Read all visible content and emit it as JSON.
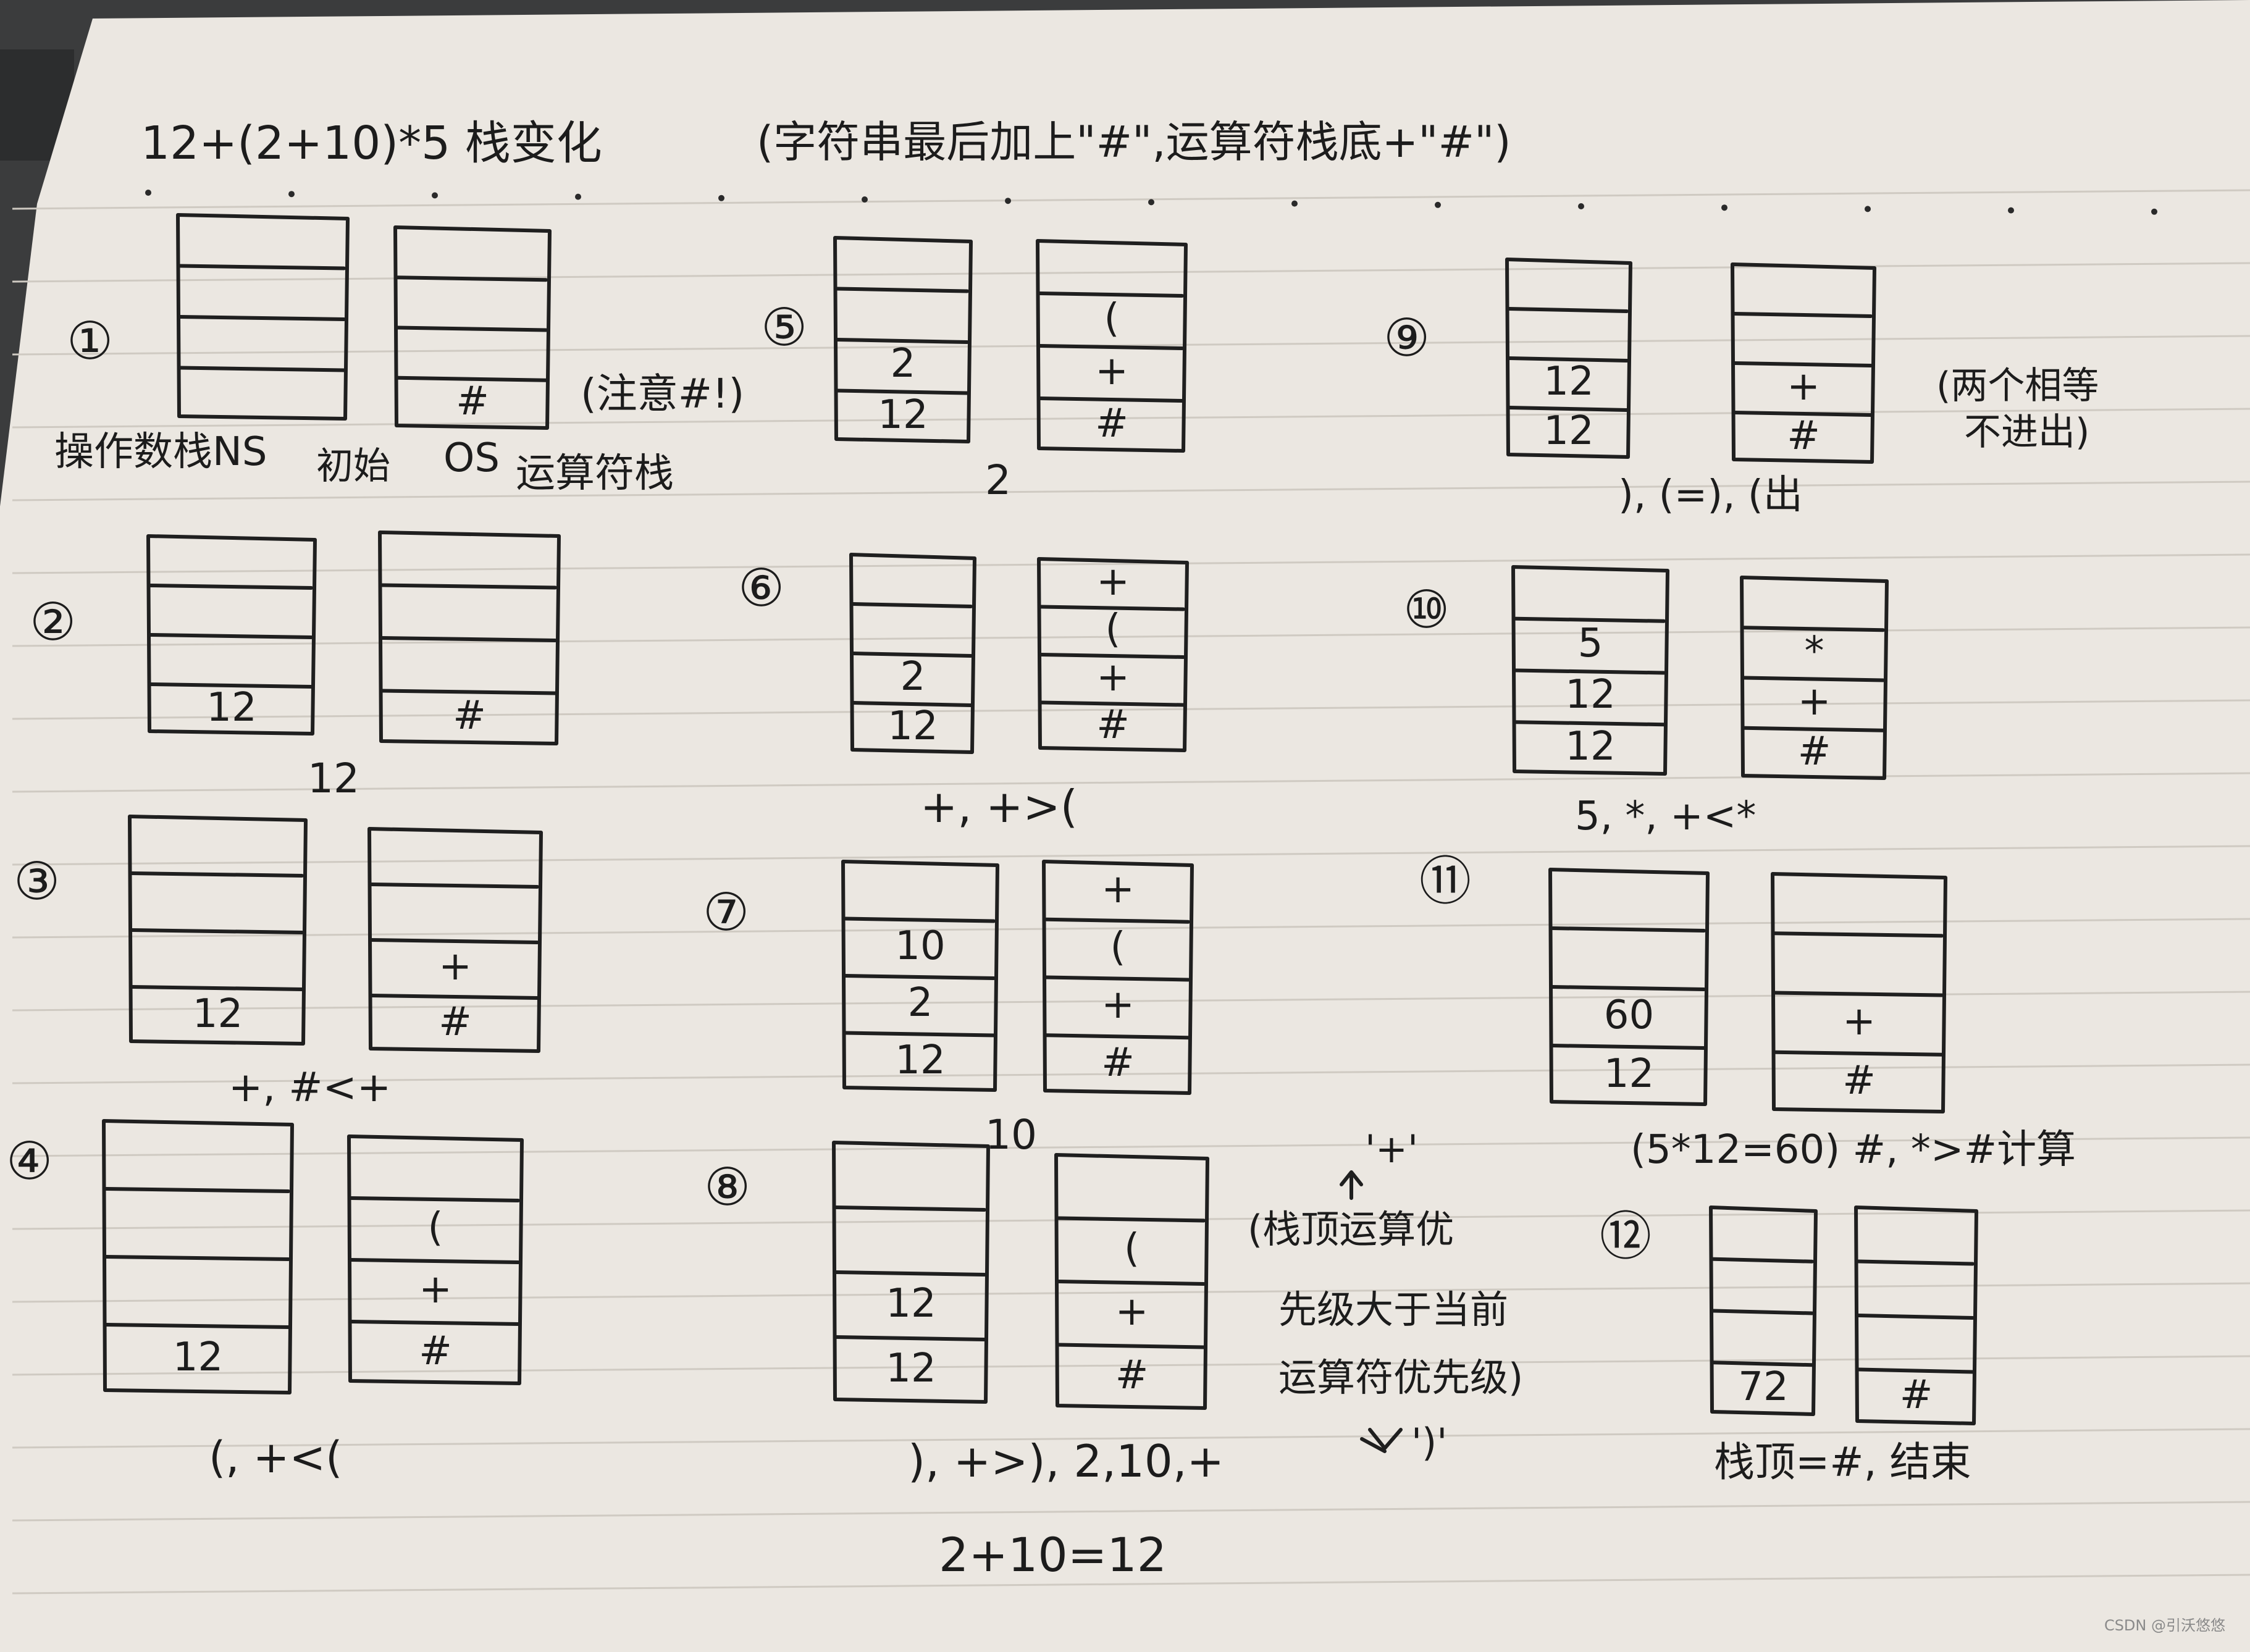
{
  "title": "12+(2+10)*5 栈变化",
  "title_note": "(字符串最后加上\"#\",运算符栈底+\"#\")",
  "step_labels": [
    "①",
    "②",
    "③",
    "④",
    "⑤",
    "⑥",
    "⑦",
    "⑧",
    "⑨",
    "⑩",
    "⑪",
    "⑫"
  ],
  "step1": {
    "ns_label": "操作数栈NS",
    "init_label": "初始",
    "os_label": "OS",
    "os_caption": "运算符栈",
    "note": "(注意#!)",
    "optr": [
      "#"
    ]
  },
  "step2": {
    "opnd": [
      "12"
    ],
    "optr": [
      "#"
    ],
    "caption": "12"
  },
  "step3": {
    "opnd": [
      "12"
    ],
    "optr": [
      "+",
      "#"
    ],
    "caption": "+, #<+"
  },
  "step4": {
    "opnd": [
      "12"
    ],
    "optr": [
      "(",
      "+",
      "#"
    ],
    "caption": "(, +<("
  },
  "step5": {
    "opnd": [
      "2",
      "12"
    ],
    "optr": [
      "(",
      "+",
      "#"
    ],
    "caption": "2"
  },
  "step6": {
    "opnd": [
      "2",
      "12"
    ],
    "optr": [
      "+",
      "(",
      "+",
      "#"
    ],
    "caption": "+, +>("
  },
  "step7": {
    "opnd": [
      "10",
      "2",
      "12"
    ],
    "optr": [
      "+",
      "(",
      "+",
      "#"
    ],
    "caption": "10"
  },
  "step8": {
    "opnd": [
      "12",
      "12"
    ],
    "optr": [
      "(",
      "+",
      "#"
    ],
    "caption": "), +>), 2,10,+",
    "caption2": "2+10=12"
  },
  "side_note": {
    "top": "'+'",
    "lines": [
      "(栈顶运算优",
      "先级大于当前",
      "运算符优先级)"
    ],
    "bottom": "')'"
  },
  "step9": {
    "opnd": [
      "12",
      "12"
    ],
    "optr": [
      "+",
      "#"
    ],
    "caption": "), (=), (出",
    "note": [
      "(两个相等",
      "不进出)"
    ]
  },
  "step10": {
    "opnd": [
      "5",
      "12",
      "12"
    ],
    "optr": [
      "*",
      "+",
      "#"
    ],
    "caption": "5, *, +<*"
  },
  "step11": {
    "opnd": [
      "60",
      "12"
    ],
    "optr": [
      "+",
      "#"
    ],
    "caption": "(5*12=60) #, *>#计算"
  },
  "step12": {
    "opnd": [
      "72"
    ],
    "optr": [
      "#"
    ],
    "caption": "栈顶=#, 结束"
  },
  "watermark": "CSDN @引沃悠悠"
}
